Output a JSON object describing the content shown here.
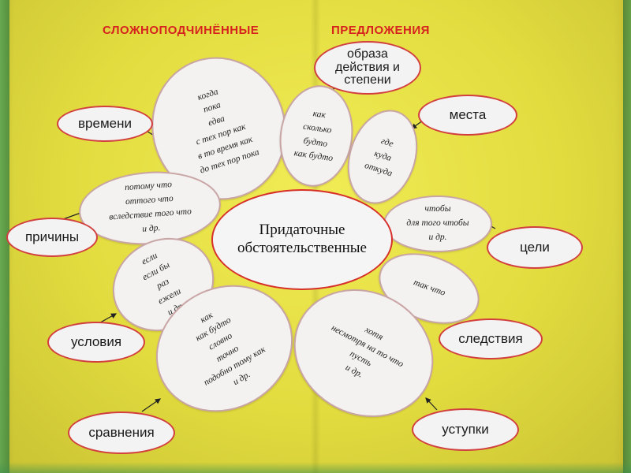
{
  "header": {
    "left_title": "СЛОЖНОПОДЧИНЁННЫЕ",
    "right_title": "ПРЕДЛОЖЕНИЯ"
  },
  "center": {
    "line1": "Придаточные",
    "line2": "обстоятельственные"
  },
  "categories": {
    "time": "времени",
    "manner": [
      "образа",
      "действия и",
      "степени"
    ],
    "place": "места",
    "cause": "причины",
    "purpose": "цели",
    "condition": "условия",
    "consequence": "следствия",
    "comparison": "сравнения",
    "concession": "уступки"
  },
  "petals": {
    "time": [
      "когда",
      "пока",
      "едва",
      "с тех пор как",
      "в то время как",
      "до тех пор пока"
    ],
    "manner": [
      "как",
      "сколько",
      "будто",
      "как будто"
    ],
    "place": [
      "где",
      "куда",
      "откуда"
    ],
    "cause": [
      "потому что",
      "оттого что",
      "вследствие того что",
      "и др."
    ],
    "purpose": [
      "чтобы",
      "для того чтобы",
      "и др."
    ],
    "condition": [
      "если",
      "если бы",
      "раз",
      "ежели",
      "и др."
    ],
    "consequence": [
      "так что"
    ],
    "comparison": [
      "как",
      "как будто",
      "словно",
      "точно",
      "подобно тому как",
      "и др."
    ],
    "concession": [
      "хотя",
      "несмотря на то что",
      "пусть",
      "и др."
    ]
  },
  "colors": {
    "background": "#e2dc3f",
    "title_red": "#d6231f",
    "category_border": "#d23f3f",
    "petal_fill": "#f3f2f1"
  }
}
